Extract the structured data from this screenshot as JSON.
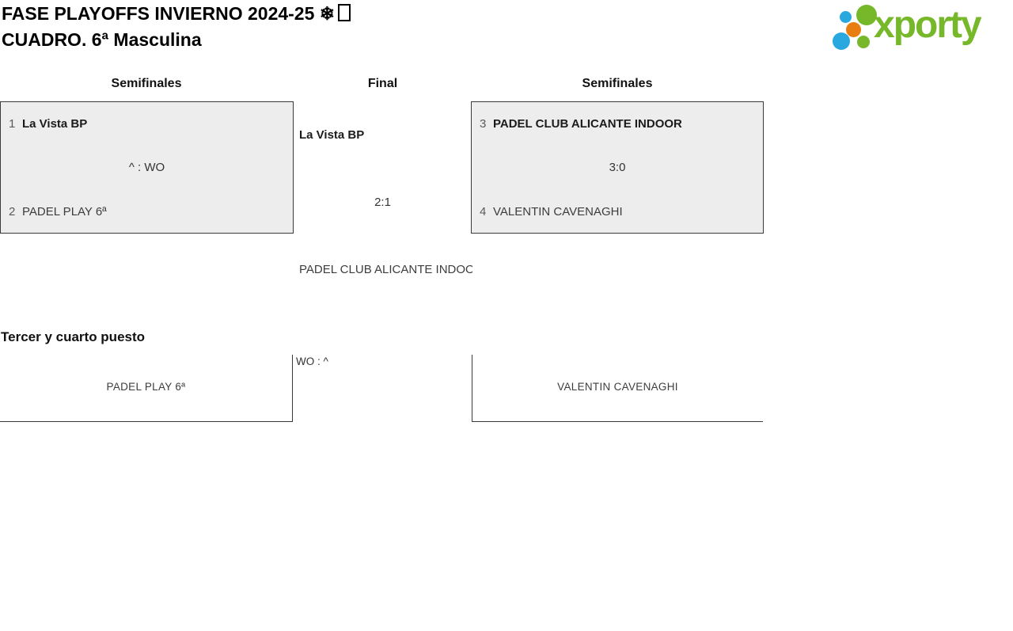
{
  "header": {
    "title_line1": "FASE PLAYOFFS INVIERNO 2024-25 ❄",
    "title_line2": "CUADRO. 6ª Masculina"
  },
  "logo": {
    "wordmark": "xporty",
    "colors": {
      "green": "#76B82A",
      "blue": "#29A8E0",
      "orange": "#E87E12"
    }
  },
  "bracket": {
    "round_headers": [
      "Semifinales",
      "Final",
      "Semifinales"
    ],
    "semifinal_1": {
      "team1": {
        "seed": "1",
        "name": "La Vista BP"
      },
      "score": "^ : WO",
      "team2": {
        "seed": "2",
        "name": "PADEL PLAY 6ª"
      }
    },
    "final": {
      "winner_name": "La Vista BP",
      "score": "2:1",
      "runner_up_name": "PADEL CLUB ALICANTE INDOOR"
    },
    "semifinal_2": {
      "team1": {
        "seed": "3",
        "name": "PADEL CLUB ALICANTE INDOOR"
      },
      "score": "3:0",
      "team2": {
        "seed": "4",
        "name": "VALENTIN CAVENAGHI"
      }
    }
  },
  "third_place": {
    "title": "Tercer y cuarto puesto",
    "left_team": "PADEL PLAY 6ª",
    "score": "WO : ^",
    "right_team": "VALENTIN CAVENAGHI"
  }
}
